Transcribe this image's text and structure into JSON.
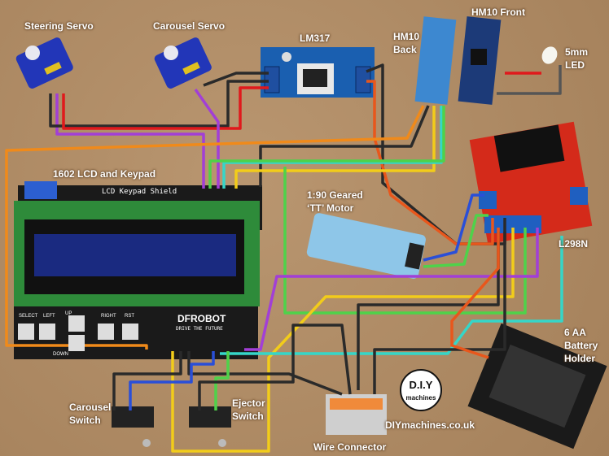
{
  "labels": {
    "steering_servo": "Steering Servo",
    "carousel_servo": "Carousel Servo",
    "lm317": "LM317",
    "hm10_back": "HM10 Back",
    "hm10_front": "HM10 Front",
    "led": "5mm LED",
    "lcd": "1602 LCD and Keypad",
    "motor_line1": "1:90 Geared",
    "motor_line2": "‘TT’ Motor",
    "l298n": "L298N",
    "battery_line1": "6 AA",
    "battery_line2": "Battery",
    "battery_line3": "Holder",
    "carousel_switch_line1": "Carousel",
    "carousel_switch_line2": "Switch",
    "ejector_switch_line1": "Ejector",
    "ejector_switch_line2": "Switch",
    "wire_connector": "Wire Connector",
    "website": "DIYmachines.co.uk"
  },
  "lcd_board": {
    "title": "LCD Keypad Shield",
    "buttons": [
      "SELECT",
      "LEFT",
      "UP",
      "DOWN",
      "RIGHT",
      "RST"
    ],
    "brand": "DFROBOT",
    "tagline": "DRIVE THE FUTURE"
  },
  "logo": {
    "line1": "D.I.Y",
    "line2": "machines"
  },
  "wire_colors": {
    "black": "#2a2a2a",
    "red": "#e0191c",
    "purple": "#a23fd6",
    "orange": "#f08a1a",
    "green": "#4fd24a",
    "cyan": "#35d6c8",
    "yellow": "#f2cc1a",
    "blue": "#2a4fd8",
    "dark_orange": "#e8571c",
    "grey": "#555555"
  }
}
